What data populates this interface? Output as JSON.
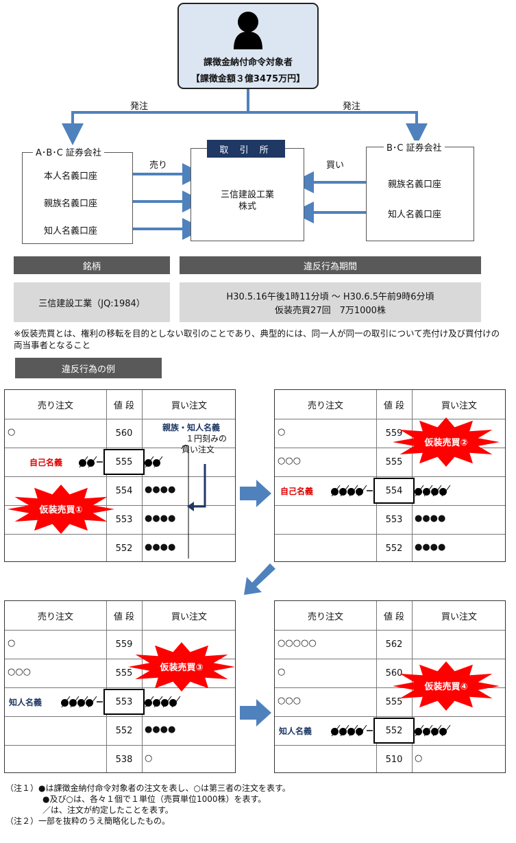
{
  "top": {
    "title": "課徴金納付命令対象者",
    "amount": "【課徴金額３億3475万円】"
  },
  "order_left": "発注",
  "order_right": "発注",
  "left_firm": {
    "title": "A･B･C 証券会社",
    "accounts": [
      "本人名義口座",
      "親族名義口座",
      "知人名義口座"
    ]
  },
  "right_firm": {
    "title": "B･C 証券会社",
    "accounts": [
      "親族名義口座",
      "知人名義口座"
    ]
  },
  "exchange": {
    "title": "取 引 所",
    "stock": "三信建設工業\n株式"
  },
  "sell_label": "売り",
  "buy_label": "買い",
  "table": {
    "brand_header": "銘柄",
    "period_header": "違反行為期間",
    "brand_value": "三信建設工業（JQ:1984）",
    "period_line1": "H30.5.16午後1時11分頃 ～ H30.6.5午前9時6分頃",
    "period_line2": "仮装売買27回　7万1000株"
  },
  "footnote": "※仮装売買とは、権利の移転を目的としない取引のことであり、典型的には、同一人が同一の取引について売付け及び買付けの両当事者となること",
  "example_title": "違反行為の例",
  "book_headers": {
    "sell": "売り注文",
    "price": "値 段",
    "buy": "買い注文"
  },
  "books": [
    {
      "prices": [
        "560",
        "555",
        "554",
        "553",
        "552"
      ],
      "sell": [
        "○",
        "",
        "",
        "",
        ""
      ],
      "buy": [
        "",
        "",
        "●●●●",
        "●●●●",
        "●●●●"
      ],
      "label": "自己名義",
      "burst": "仮装売買①",
      "note_title": "親族・知人名義",
      "note_lines": [
        "１円刻みの",
        "買い注文"
      ]
    },
    {
      "prices": [
        "559",
        "555",
        "554",
        "553",
        "552"
      ],
      "sell": [
        "○",
        "○○○",
        "",
        "",
        ""
      ],
      "buy": [
        "",
        "",
        "",
        "●●●●",
        "●●●●"
      ],
      "label": "自己名義",
      "burst": "仮装売買②"
    },
    {
      "prices": [
        "559",
        "555",
        "553",
        "552",
        "538"
      ],
      "sell": [
        "○",
        "○○○",
        "",
        "",
        ""
      ],
      "buy": [
        "",
        "",
        "",
        "●●●●",
        "○"
      ],
      "label": "知人名義",
      "burst": "仮装売買③"
    },
    {
      "prices": [
        "562",
        "560",
        "555",
        "552",
        "510"
      ],
      "sell": [
        "○○○○○",
        "○",
        "○○○",
        "",
        ""
      ],
      "buy": [
        "",
        "",
        "",
        "",
        "○"
      ],
      "label": "知人名義",
      "burst": "仮装売買④"
    }
  ],
  "notes": [
    "（注１）●は課徴金納付命令対象者の注文を表し、○は第三者の注文を表す。",
    "●及び○は、各々１個で１単位（売買単位1000株）を表す。",
    "／は、注文が約定したことを表す。",
    "（注２）一部を抜粋のうえ簡略化したもの。"
  ]
}
